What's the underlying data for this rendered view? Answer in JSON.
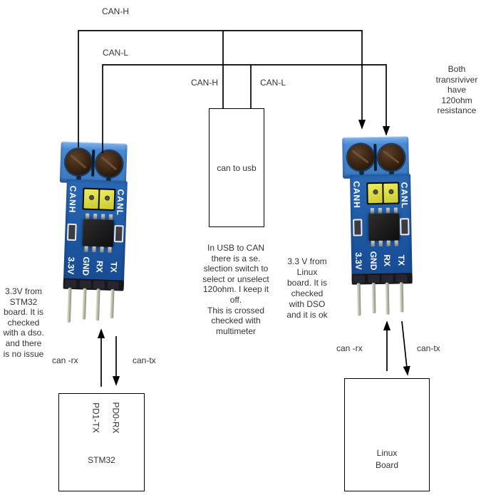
{
  "wires": {
    "canh_top_label": "CAN-H",
    "canl_top_label": "CAN-L",
    "canh_mid_label": "CAN-H",
    "canl_mid_label": "CAN-L"
  },
  "signal_labels": {
    "left_rx": "can -rx",
    "left_tx": "can-tx",
    "right_rx": "can -rx",
    "right_tx": "can-tx"
  },
  "notes": {
    "stm32_power": "3.3V from\nSTM32\nboard. It is\nchecked\nwith a dso.\nand there\nis no issue",
    "usb_switch": "In USB to CAN\nthere is a se.\nslection switch to\nselect or unselect\n120ohm. I keep it\noff.\nThis is crossed\nchecked with\nmultimeter",
    "linux_power": "3.3 V from\nLinux\nboard. It is\nchecked\nwith DSO\nand it is ok",
    "termination": "Both\ntransriviver\nhave\n120ohm\nresistance"
  },
  "boxes": {
    "can_to_usb": "can to usb",
    "stm32": "STM32",
    "stm32_tx_pin": "PD1-TX",
    "stm32_rx_pin": "PD0-RX",
    "linux_board": "Linux\nBoard"
  },
  "transceiver": {
    "canh": "CANH",
    "canl": "CANL",
    "pins": [
      "3.3V",
      "GND",
      "RX",
      "TX"
    ]
  },
  "colors": {
    "wire": "#000000",
    "text": "#333333",
    "pcb_blue": "#1c55a0",
    "terminal_blue": "#4b8ad2",
    "jumper_yellow": "#d9d93f"
  }
}
